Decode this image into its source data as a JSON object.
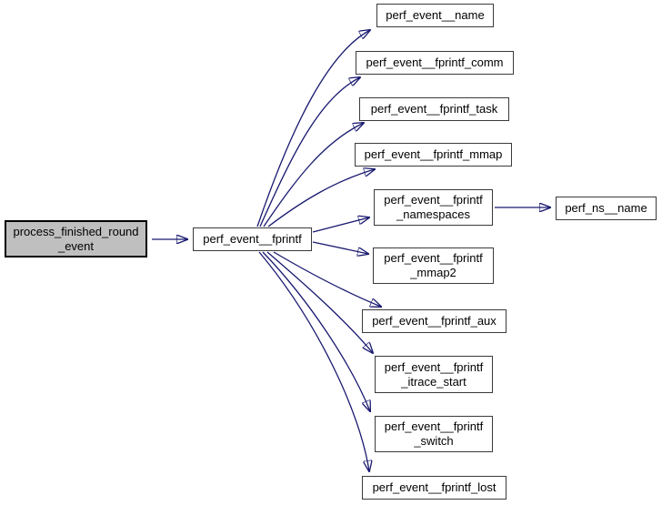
{
  "diagram": {
    "type": "call-graph",
    "background_color": "#ffffff",
    "edge_color": "#191970",
    "node_fill_color": "#ffffff",
    "node_border_color": "#3a3a3a",
    "highlighted_node_fill_color": "#bfbfbf",
    "nodes": {
      "process_finished_round_event": {
        "label": "process_finished_round\n_event",
        "highlighted": true
      },
      "perf_event_fprintf": {
        "label": "perf_event__fprintf"
      },
      "perf_event_name": {
        "label": "perf_event__name"
      },
      "perf_event_fprintf_comm": {
        "label": "perf_event__fprintf_comm"
      },
      "perf_event_fprintf_task": {
        "label": "perf_event__fprintf_task"
      },
      "perf_event_fprintf_mmap": {
        "label": "perf_event__fprintf_mmap"
      },
      "perf_event_fprintf_namespaces": {
        "label": "perf_event__fprintf\n_namespaces"
      },
      "perf_event_fprintf_mmap2": {
        "label": "perf_event__fprintf\n_mmap2"
      },
      "perf_event_fprintf_aux": {
        "label": "perf_event__fprintf_aux"
      },
      "perf_event_fprintf_itrace_start": {
        "label": "perf_event__fprintf\n_itrace_start"
      },
      "perf_event_fprintf_switch": {
        "label": "perf_event__fprintf\n_switch"
      },
      "perf_event_fprintf_lost": {
        "label": "perf_event__fprintf_lost"
      },
      "perf_ns_name": {
        "label": "perf_ns__name"
      }
    },
    "edges": [
      {
        "from": "process_finished_round_event",
        "to": "perf_event_fprintf"
      },
      {
        "from": "perf_event_fprintf",
        "to": "perf_event_name"
      },
      {
        "from": "perf_event_fprintf",
        "to": "perf_event_fprintf_comm"
      },
      {
        "from": "perf_event_fprintf",
        "to": "perf_event_fprintf_task"
      },
      {
        "from": "perf_event_fprintf",
        "to": "perf_event_fprintf_mmap"
      },
      {
        "from": "perf_event_fprintf",
        "to": "perf_event_fprintf_namespaces"
      },
      {
        "from": "perf_event_fprintf",
        "to": "perf_event_fprintf_mmap2"
      },
      {
        "from": "perf_event_fprintf",
        "to": "perf_event_fprintf_aux"
      },
      {
        "from": "perf_event_fprintf",
        "to": "perf_event_fprintf_itrace_start"
      },
      {
        "from": "perf_event_fprintf",
        "to": "perf_event_fprintf_switch"
      },
      {
        "from": "perf_event_fprintf",
        "to": "perf_event_fprintf_lost"
      },
      {
        "from": "perf_event_fprintf_namespaces",
        "to": "perf_ns_name"
      }
    ]
  }
}
